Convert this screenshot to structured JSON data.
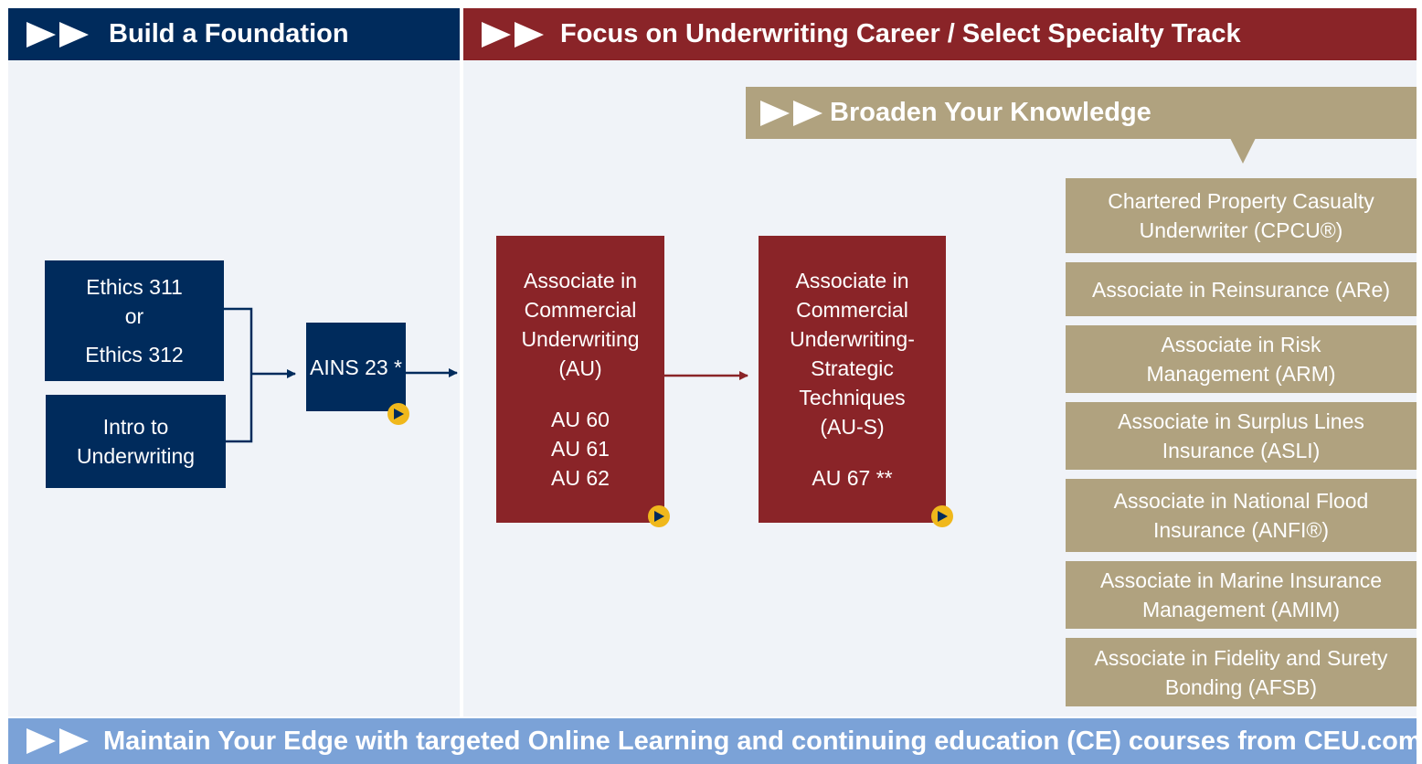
{
  "headers": {
    "foundation": "Build a Foundation",
    "focus": "Focus on Underwriting Career / Select Specialty Track",
    "broaden": "Broaden Your Knowledge",
    "maintain": "Maintain Your Edge with targeted Online Learning and continuing education (CE) courses from CEU.com"
  },
  "foundation": {
    "ethics": {
      "line1": "Ethics 311",
      "line2": "or",
      "line3": "Ethics 312"
    },
    "intro": {
      "line1": "Intro to",
      "line2": "Underwriting"
    },
    "ains": "AINS 23 *"
  },
  "au": {
    "l1": "Associate in",
    "l2": "Commercial",
    "l3": "Underwriting",
    "l4": "(AU)",
    "courses": [
      "AU 60",
      "AU 61",
      "AU 62"
    ]
  },
  "aus": {
    "l1": "Associate in",
    "l2": "Commercial",
    "l3": "Underwriting-",
    "l4": "Strategic",
    "l5": "Techniques",
    "l6": "(AU-S)",
    "course": "AU 67 **"
  },
  "designations": [
    {
      "l1": "Chartered Property Casualty",
      "l2": "Underwriter (CPCU®)"
    },
    {
      "l1": "Associate in Reinsurance (ARe)"
    },
    {
      "l1": "Associate in Risk",
      "l2": "Management (ARM)"
    },
    {
      "l1": "Associate in Surplus Lines",
      "l2": "Insurance (ASLI)"
    },
    {
      "l1": "Associate in National Flood",
      "l2": "Insurance (ANFI®)"
    },
    {
      "l1": "Associate in Marine Insurance",
      "l2": "Management (AMIM)"
    },
    {
      "l1": "Associate in Fidelity and Surety",
      "l2": "Bonding (AFSB)"
    }
  ],
  "colors": {
    "navy": "#002b5c",
    "maroon": "#8a2428",
    "tan": "#b0a27f",
    "light_blue": "#7ba2d7",
    "panel": "#f0f3f8",
    "play_badge": "#f0b81c"
  },
  "icons": [
    "double-arrow-icon",
    "play-icon"
  ]
}
